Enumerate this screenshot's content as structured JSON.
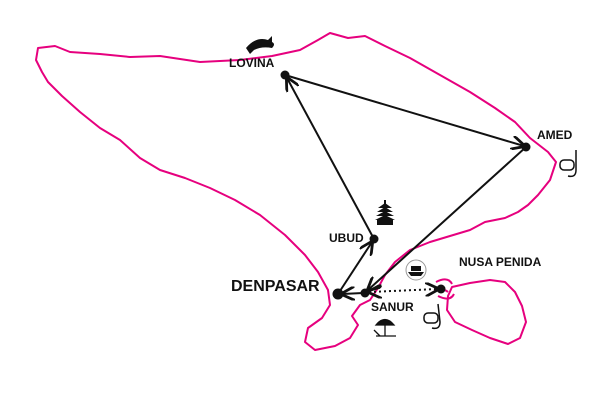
{
  "places": {
    "lovina": "LOVINA",
    "amed": "AMED",
    "ubud": "UBUD",
    "denpasar": "DENPASAR",
    "sanur": "SANUR",
    "nusa_penida": "NUSA PENIDA"
  },
  "colors": {
    "coast": "#e6007e",
    "route": "#111111"
  },
  "icons": [
    "dolphin-icon",
    "temple-icon",
    "snorkel-icon",
    "ferry-icon",
    "beach-umbrella-icon"
  ]
}
